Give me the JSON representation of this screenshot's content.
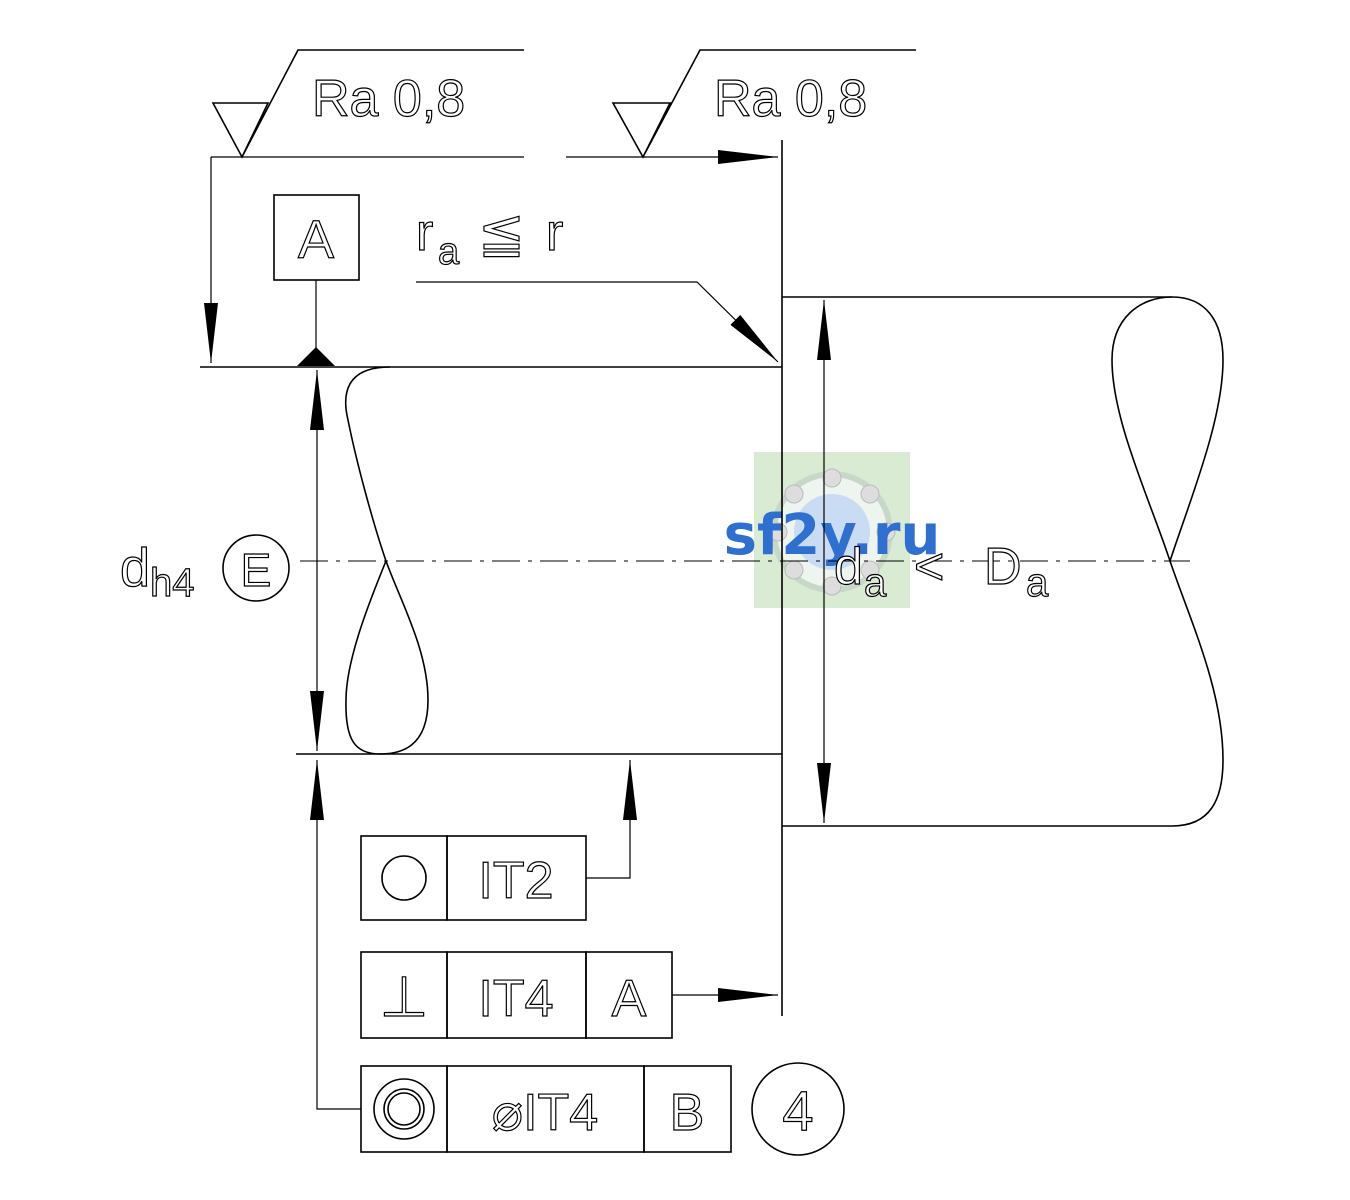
{
  "surface_finish": {
    "left": "Ra 0,8",
    "right": "Ra 0,8"
  },
  "datum_a": "A",
  "radius_note": {
    "symbol": "r",
    "subscript": "a",
    "relation": "≦",
    "rhs": "r"
  },
  "shaft_diameter": {
    "symbol": "d",
    "subscript": "h4",
    "envelope": "E"
  },
  "housing_diameter": {
    "d_symbol": "d",
    "d_subscript": "a",
    "relation": "<",
    "D_symbol": "D",
    "D_subscript": "a"
  },
  "frame_roundness": {
    "symbol": "circle-icon",
    "tolerance": "IT2"
  },
  "frame_perpendicularity": {
    "symbol": "⊥",
    "tolerance": "IT4",
    "datum": "A"
  },
  "frame_concentricity": {
    "symbol": "concentric-circles-icon",
    "tolerance": "⌀IT4",
    "datum": "B",
    "note": "4"
  },
  "watermark": {
    "text": "sf2y.ru",
    "color": "#2f6fd0"
  }
}
